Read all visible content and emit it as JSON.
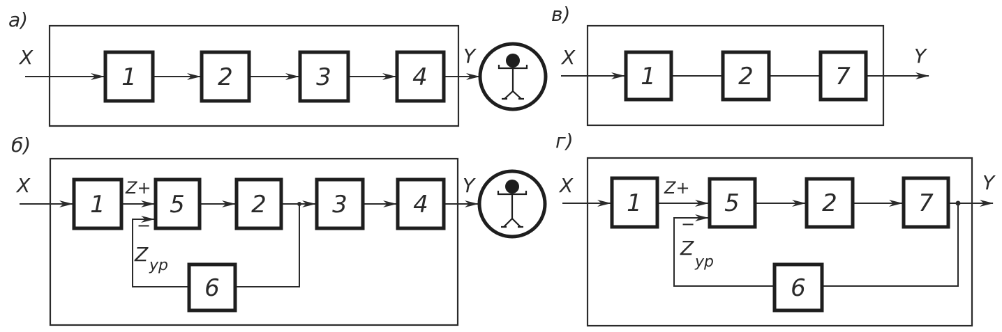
{
  "panels": {
    "a": {
      "label": "а)",
      "input": "X",
      "output": "Y",
      "blocks": [
        "1",
        "2",
        "3",
        "4"
      ],
      "observer": "person-in-circle"
    },
    "b": {
      "label": "б)",
      "input": "X",
      "output": "Y",
      "blocks": [
        "1",
        "5",
        "2",
        "3",
        "4"
      ],
      "feedback_block": "6",
      "sum_plus": "Z+",
      "sum_minus": "−",
      "control_signal": "Z",
      "control_subscript": "ур",
      "observer": "person-in-circle"
    },
    "c": {
      "label": "в)",
      "input": "X",
      "output": "Y",
      "blocks": [
        "1",
        "2",
        "7"
      ]
    },
    "d": {
      "label": "г)",
      "input": "X",
      "output": "Y",
      "blocks": [
        "1",
        "5",
        "2",
        "7"
      ],
      "feedback_block": "6",
      "sum_plus": "Z+",
      "sum_minus": "−",
      "control_signal": "Z",
      "control_subscript": "ур"
    }
  }
}
